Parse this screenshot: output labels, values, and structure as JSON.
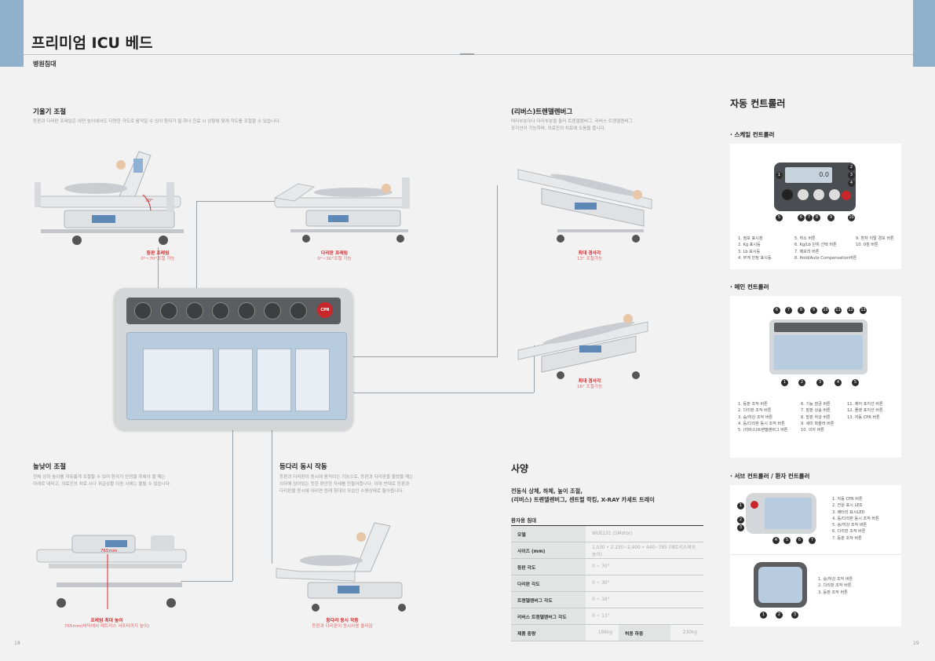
{
  "header": {
    "title": "프리미엄 ICU 베드",
    "subtitle": "병원침대"
  },
  "sections": {
    "tilt": {
      "title": "기울기 조절",
      "desc": "등판과 다리판 프레임은 어떤 높이에서도 다양한 각도로 움직일 수 있어 환자가 필 하나 진료 시 상황에 맞게 각도를 조절할 수 있습니다."
    },
    "trendelenburg": {
      "title": "(리버스)트렌델렌버그",
      "desc1": "머리부분이나 다리부분을 들러 트렌델렌버그, 리버스 트렌델렌버그",
      "desc2": "포지션이 가능하며, 의료진의 치료에 도움을 줍니다."
    },
    "height": {
      "title": "높낮이 조절",
      "desc1": "전체 상하 높이를 자유롭게 조절할 수 있어 환자가 안정을 취해야 할 때는",
      "desc2": "아래로 내리고, 의료진의 치료 시나 위급상황 이송 시에는 올릴 수 있습니다."
    },
    "sync": {
      "title": "등다리 동시 작동",
      "desc1": "등판과 다리판이 동시에 움직이는 기능으로, 등판과 다리판을 올렸을 때는",
      "desc2": "의자에 앉아있는 듯한 편안한 자세를 만들어줍니다. 이와 반대로 등판과",
      "desc3": "다리판을 동시에 내리면 원래 침대의 모습인 수평상태로 돌아옵니다."
    }
  },
  "captions": {
    "back": {
      "t": "등판 프레임",
      "s": "0°~70°조절 가능"
    },
    "leg": {
      "t": "다리판 프레임",
      "s": "0°~30°조절 가능"
    },
    "trend": {
      "t": "최대 경사각",
      "s": "13° 조절가능"
    },
    "rtrend": {
      "t": "최대 경사각",
      "s": "16° 조절가능"
    },
    "heightcap": {
      "t": "프레임 최대 높이",
      "s": "765mm(바닥에서 매트리스 서포터까지 높이)"
    },
    "synccap": {
      "t": "등다리 동시 작동",
      "s": "등판과 다리판이 동시사용 올라감"
    },
    "angle_label": "70°",
    "height_label": "765mm"
  },
  "panel": {
    "cpr": "CPR"
  },
  "spec": {
    "title": "사양",
    "s1": "전동식 상체, 하체, 높이 조절,",
    "s2": "(리버스) 트렌델렌버그, 센트럴 락킹, X-RAY 카세트 트레이",
    "table_title": "환자용 침대",
    "rows": [
      {
        "k": "모델",
        "v": "WUE151 (5Motor)"
      },
      {
        "k": "사이즈 (mm)",
        "v": "1,030 • 2,230~2,400 • 440~765 (매트리스제외 높이)"
      },
      {
        "k": "등판 각도",
        "v": "0 ~ 70°"
      },
      {
        "k": "다리판 각도",
        "v": "0 ~ 30°"
      },
      {
        "k": "트렌델렌버그 각도",
        "v": "0 ~ 16°"
      },
      {
        "k": "리버스 트렌델렌버그 각도",
        "v": "0 ~ 13°"
      }
    ],
    "last": {
      "k1": "제품 중량",
      "v1": "186kg",
      "k2": "허용 하중",
      "v2": "230kg"
    }
  },
  "right": {
    "title": "자동 컨트롤러",
    "scale": {
      "title": "스케일 컨트롤러",
      "display": "0.0",
      "col1": [
        "1. 정보 표시창",
        "2. Kg 표시등",
        "3. Lb 표시등",
        "4. 무게 안정 표시등"
      ],
      "col2": [
        "5. 취소 버튼",
        "6. Kg/Lb 단위 선택 버튼",
        "7. 메모리 버튼",
        "8. Hold/Auto Compensation버튼"
      ],
      "col3": [
        "9. 환자 이탈 경보 버튼",
        "10. 0점 버튼"
      ]
    },
    "main": {
      "title": "메인 컨트롤러",
      "col1": [
        "1. 등판 조작 버튼",
        "2. 다리판 조작 버튼",
        "3. 승/하강 조작 버튼",
        "4. 등/다리판 동시 조작 버튼",
        "5. (리버스)트렌델렌버그 버튼"
      ],
      "col2": [
        "6. 기능 잠금 버튼",
        "7. 발판 상승 버튼",
        "8. 발판 하강 버튼",
        "9. 세미 파울러 버튼",
        "10. 의자 버튼"
      ],
      "col3": [
        "11. 제어 포지션 버튼",
        "12. 플랫 포지션 버튼",
        "13. 자동 CPR 버튼"
      ]
    },
    "sub": {
      "title": "서브 컨트롤러 / 환자 컨트롤러",
      "list1": [
        "1. 자동 CPR 버튼",
        "2. 전원 표시 LED",
        "3. 배터리 표시LED",
        "4. 등/다리판 동시 조작 버튼",
        "5. 승/하강 조작 버튼",
        "6. 다리판 조작 버튼",
        "7. 등판 조작 버튼"
      ],
      "list2": [
        "1. 승/하강 조작 버튼",
        "2. 다리판 조작 버튼",
        "3. 등판 조작 버튼"
      ]
    }
  },
  "page_left": "18",
  "page_right": "19"
}
